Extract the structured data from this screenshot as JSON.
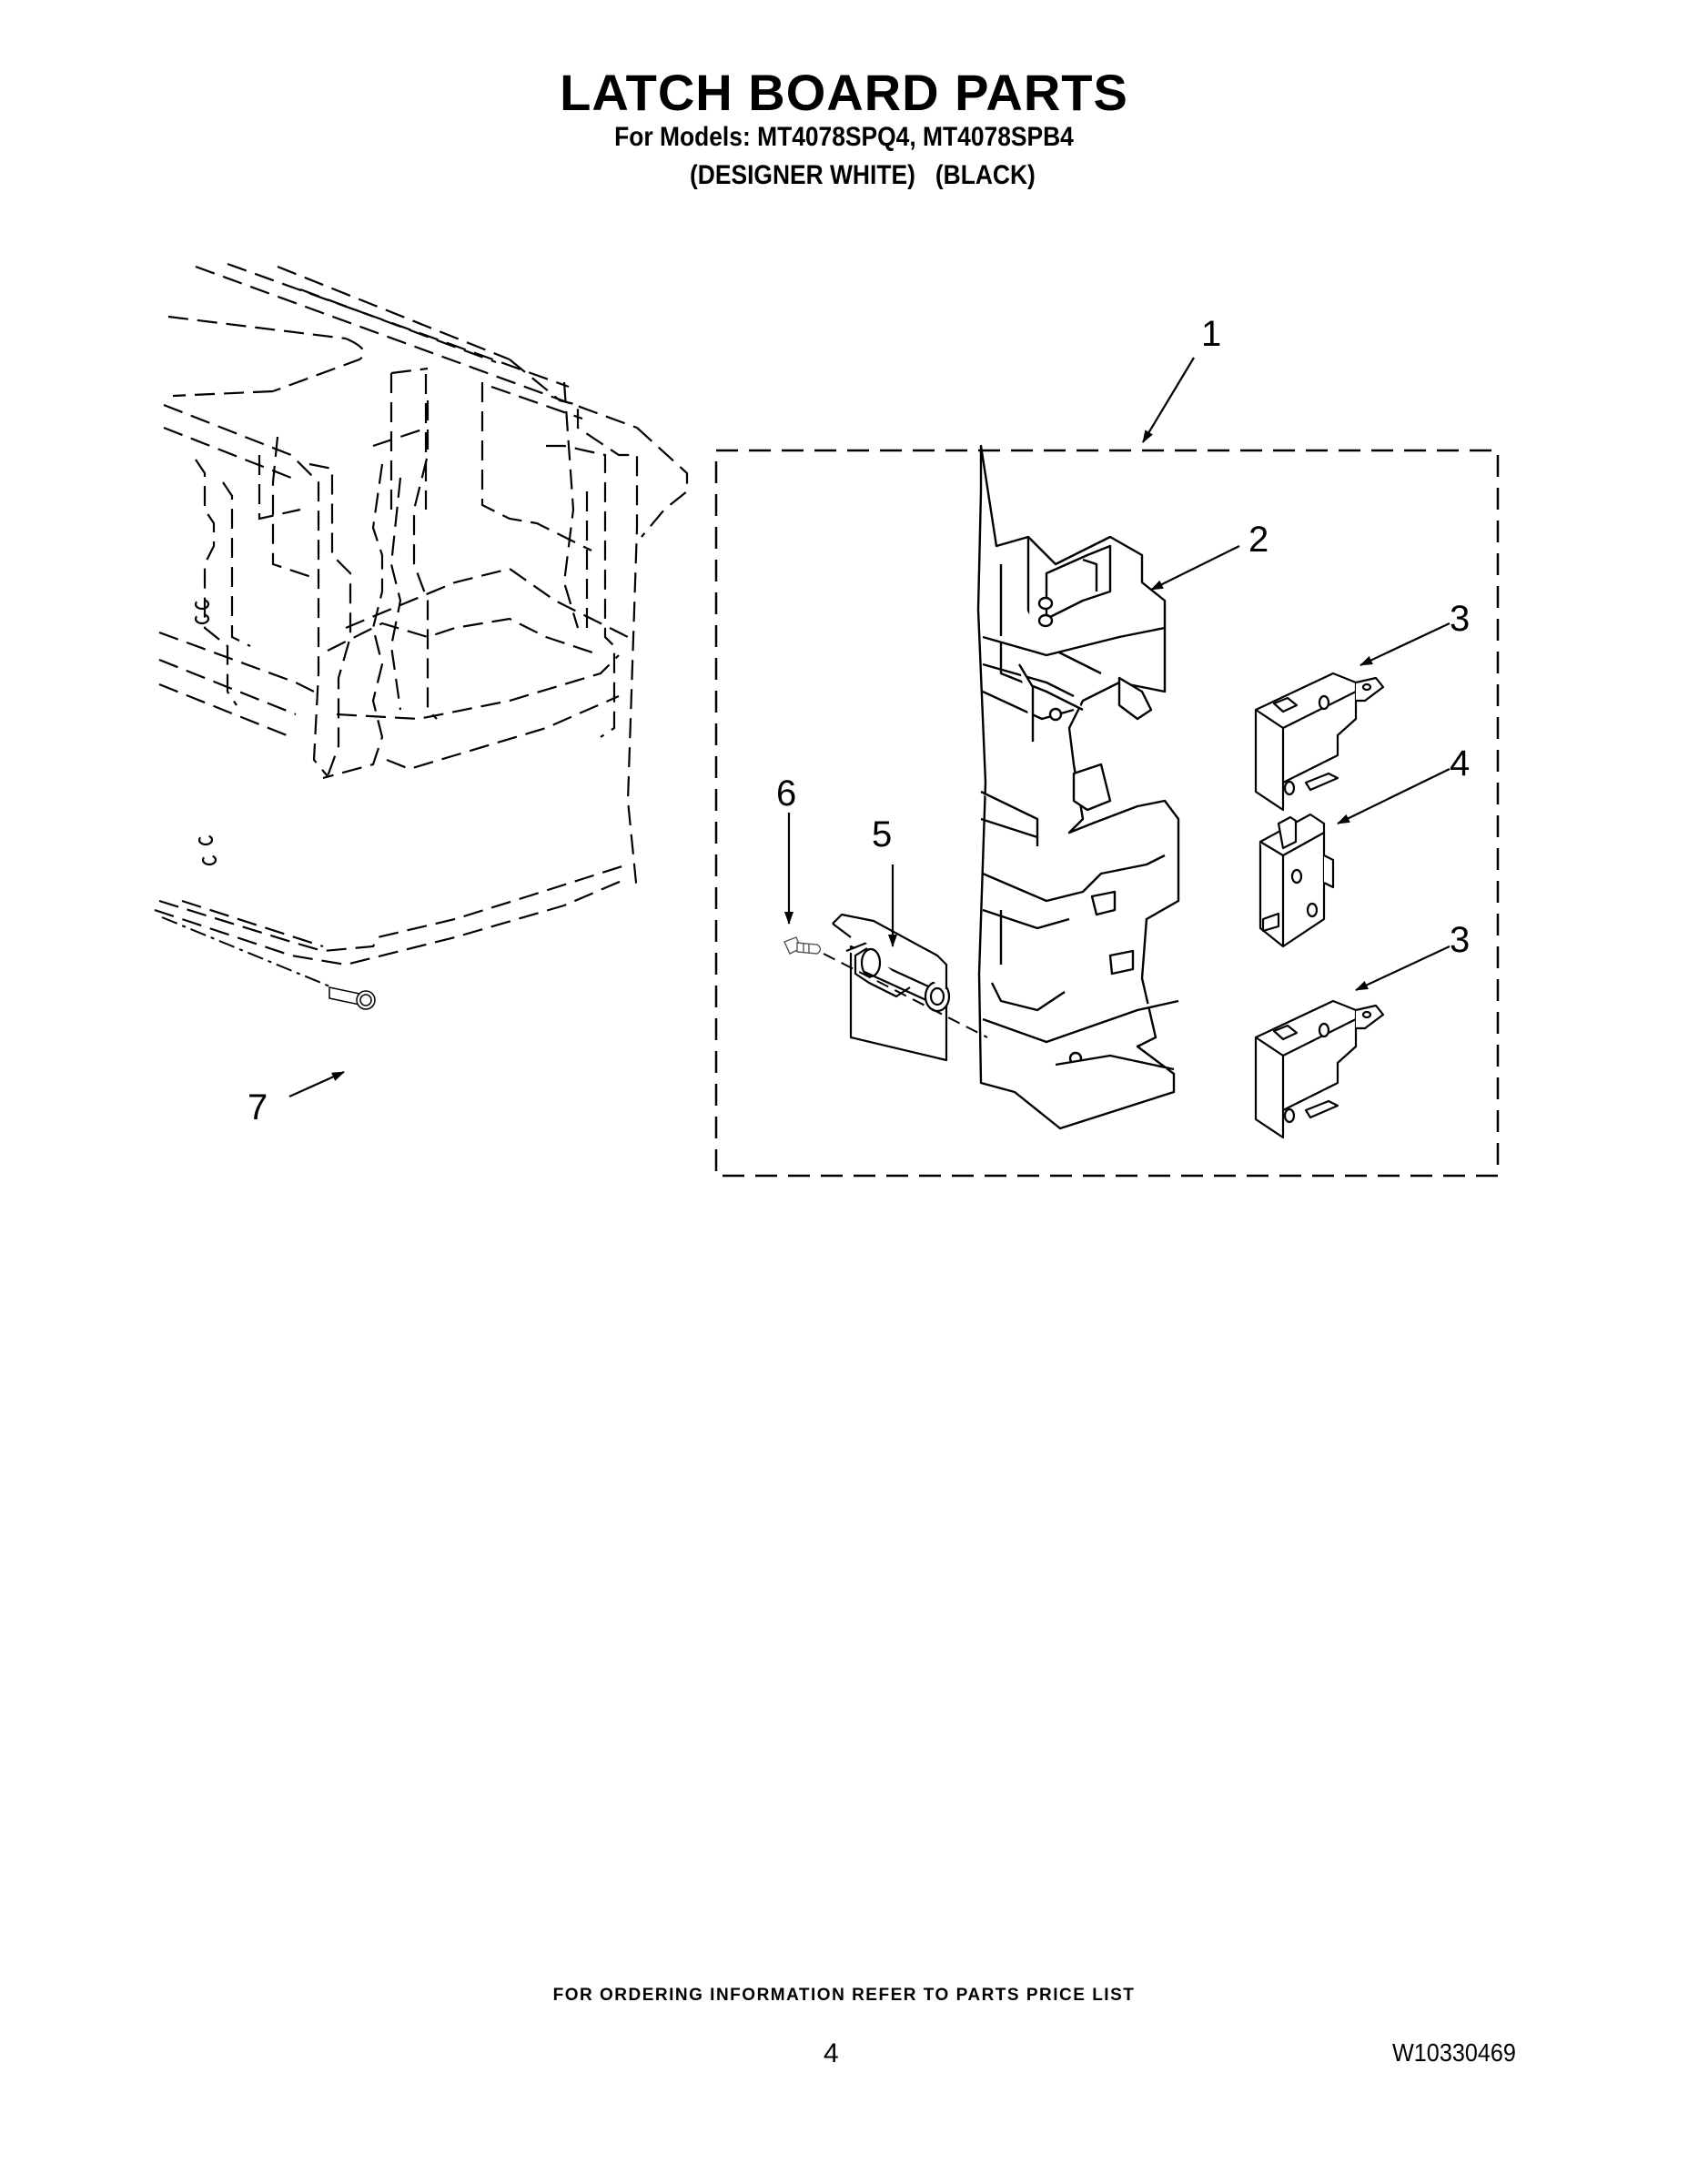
{
  "header": {
    "title": "LATCH BOARD PARTS",
    "models_line": "For Models: MT4078SPQ4, MT4078SPB4",
    "variants_line": "(DESIGNER WHITE)   (BLACK)",
    "variant_labels": [
      "DESIGNER WHITE",
      "BLACK"
    ]
  },
  "diagram": {
    "callouts": [
      {
        "id": "1",
        "label": "1",
        "part": "latch-board-assembly-kit"
      },
      {
        "id": "2",
        "label": "2",
        "part": "latch-board"
      },
      {
        "id": "3a",
        "label": "3",
        "part": "microswitch-upper"
      },
      {
        "id": "4",
        "label": "4",
        "part": "monitor-switch"
      },
      {
        "id": "3b",
        "label": "3",
        "part": "microswitch-lower"
      },
      {
        "id": "5",
        "label": "5",
        "part": "latch-lever"
      },
      {
        "id": "6",
        "label": "6",
        "part": "screw"
      },
      {
        "id": "7",
        "label": "7",
        "part": "mounting-screw"
      }
    ]
  },
  "footer": {
    "ordering_note": "FOR ORDERING INFORMATION REFER TO PARTS PRICE LIST",
    "page_number": "4",
    "document_number": "W10330469"
  }
}
